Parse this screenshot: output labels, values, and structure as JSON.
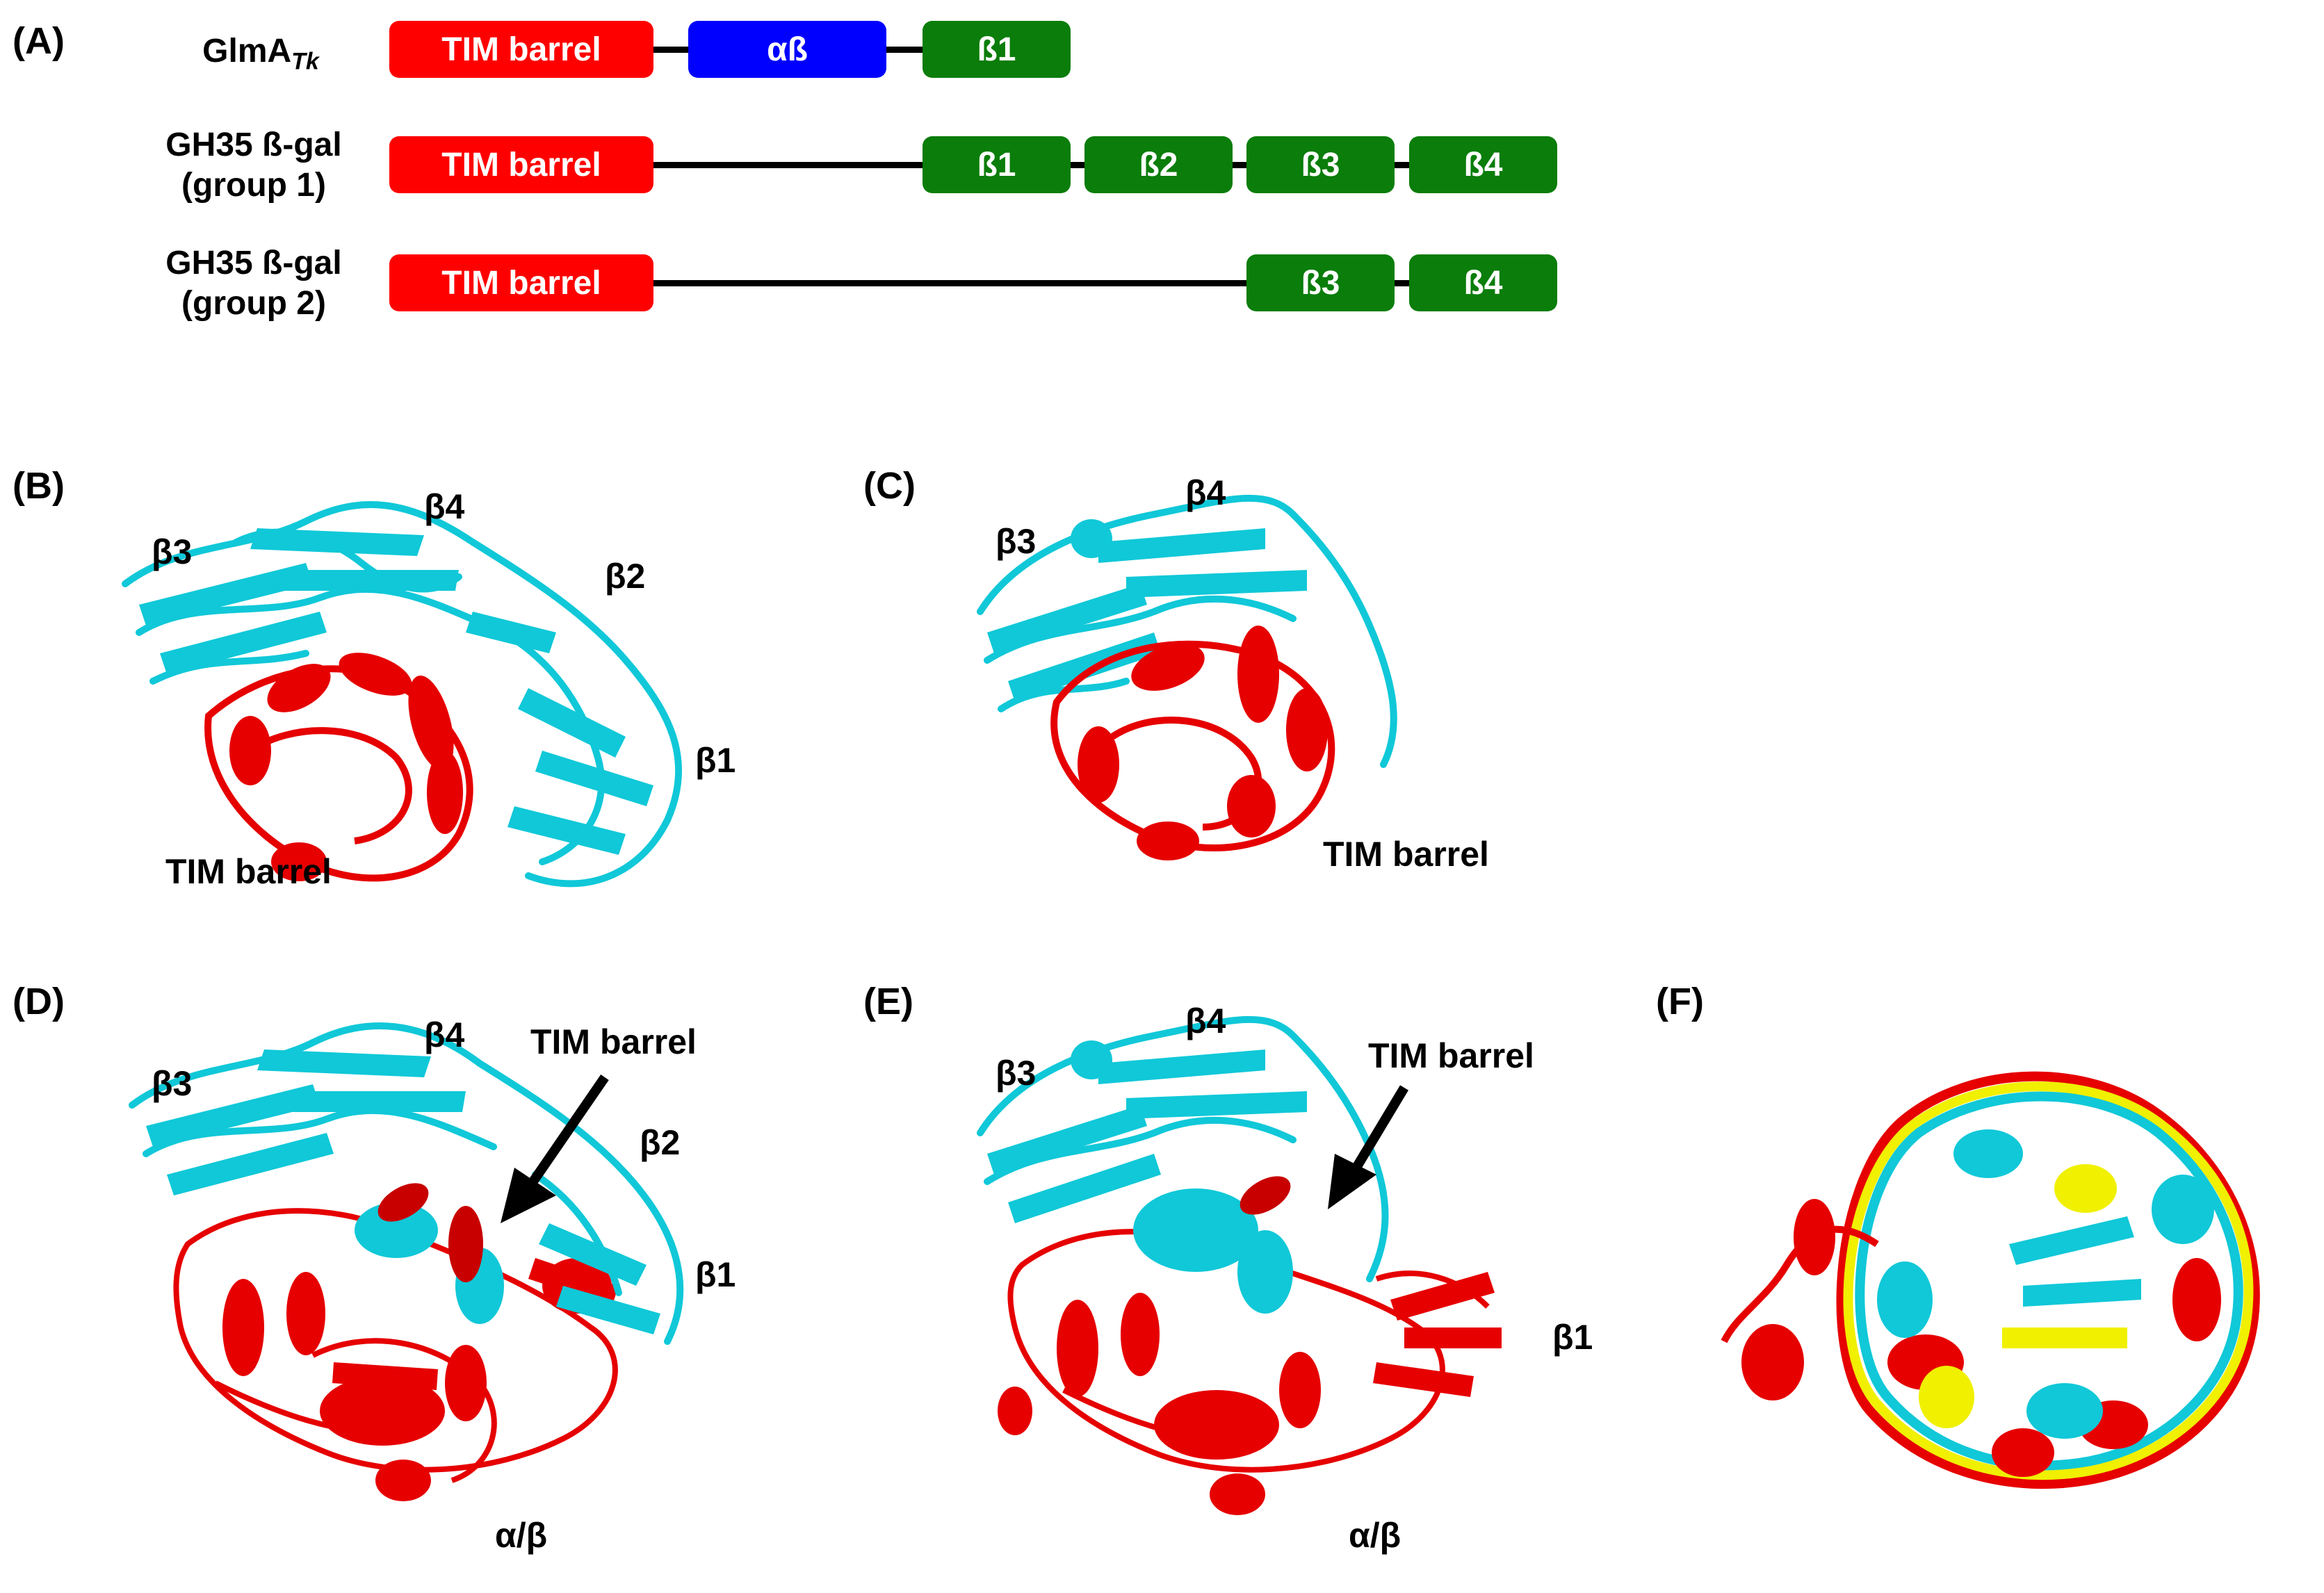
{
  "colors": {
    "tim_barrel": "#ff0000",
    "alpha_beta": "#0000ff",
    "beta": "#0a7d0a",
    "cyan_structure": "#10c8d8",
    "red_structure": "#e60000",
    "yellow_structure": "#f0f000"
  },
  "panel_a": {
    "label": "(A)",
    "rows": [
      {
        "name_main": "GlmA",
        "name_sub": "Tk",
        "domains": [
          {
            "label": "TIM barrel"
          },
          {
            "label": "αß"
          },
          {
            "label": "ß1"
          }
        ]
      },
      {
        "name_line1": "GH35 ß-gal",
        "name_line2": "(group 1)",
        "domains": [
          {
            "label": "TIM barrel"
          },
          {
            "label": "ß1"
          },
          {
            "label": "ß2"
          },
          {
            "label": "ß3"
          },
          {
            "label": "ß4"
          }
        ]
      },
      {
        "name_line1": "GH35 ß-gal",
        "name_line2": "(group 2)",
        "domains": [
          {
            "label": "TIM barrel"
          },
          {
            "label": "ß3"
          },
          {
            "label": "ß4"
          }
        ]
      }
    ]
  },
  "panel_b": {
    "label": "(B)",
    "b3": "β3",
    "b4": "β4",
    "b2": "β2",
    "b1": "β1",
    "tim": "TIM barrel"
  },
  "panel_c": {
    "label": "(C)",
    "b3": "β3",
    "b4": "β4",
    "tim": "TIM barrel"
  },
  "panel_d": {
    "label": "(D)",
    "b3": "β3",
    "b4": "β4",
    "tim": "TIM barrel",
    "b2": "β2",
    "b1": "β1",
    "ab": "α/β"
  },
  "panel_e": {
    "label": "(E)",
    "b3": "β3",
    "b4": "β4",
    "tim": "TIM barrel",
    "b1": "β1",
    "ab": "α/β"
  },
  "panel_f": {
    "label": "(F)"
  }
}
